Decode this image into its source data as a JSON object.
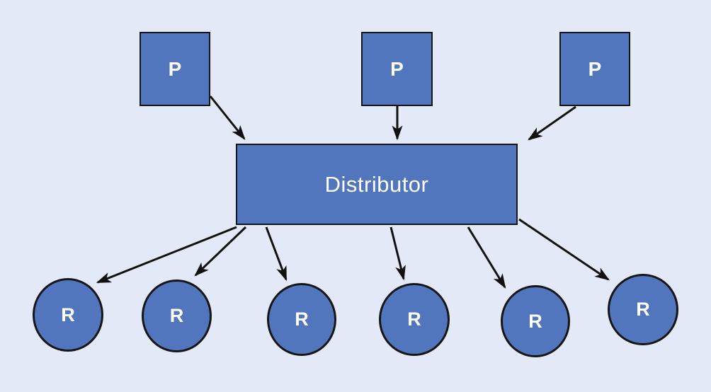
{
  "diagram": {
    "producers": [
      {
        "label": "P"
      },
      {
        "label": "P"
      },
      {
        "label": "P"
      }
    ],
    "distributor": {
      "label": "Distributor"
    },
    "receivers": [
      {
        "label": "R"
      },
      {
        "label": "R"
      },
      {
        "label": "R"
      },
      {
        "label": "R"
      },
      {
        "label": "R"
      },
      {
        "label": "R"
      }
    ],
    "colors": {
      "background": "#e4e9f7",
      "node_fill": "#5276be",
      "node_border": "#161616",
      "node_text": "#ffffff",
      "arrow": "#111111"
    }
  }
}
